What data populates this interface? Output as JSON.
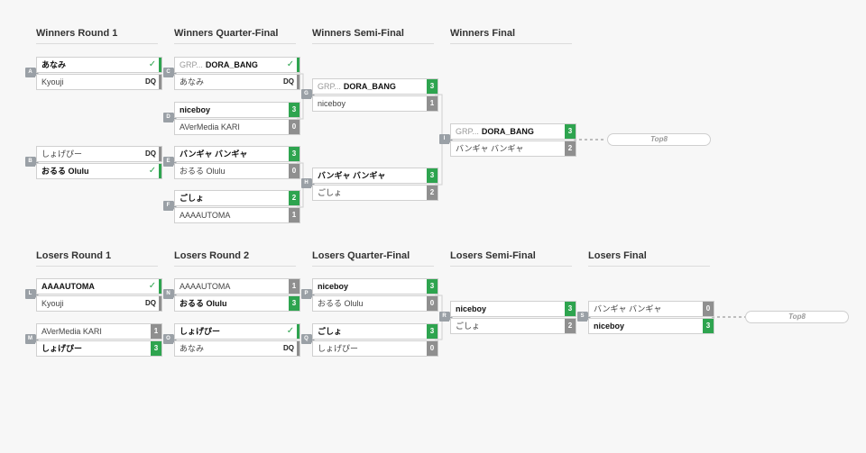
{
  "winners_headers": [
    "Winners Round 1",
    "Winners Quarter-Final",
    "Winners Semi-Final",
    "Winners Final"
  ],
  "losers_headers": [
    "Losers Round 1",
    "Losers Round 2",
    "Losers Quarter-Final",
    "Losers Semi-Final",
    "Losers Final"
  ],
  "matches": {
    "A": {
      "id": "A",
      "top": {
        "name": "あなみ",
        "score": "✓"
      },
      "bottom": {
        "name": "Kyouji",
        "score": "DQ"
      }
    },
    "B": {
      "id": "B",
      "top": {
        "name": "しょげぴー",
        "score": "DQ"
      },
      "bottom": {
        "name": "おるる Olulu",
        "score": "✓"
      }
    },
    "C": {
      "id": "C",
      "top": {
        "prefix": "GRP...",
        "name": "DORA_BANG",
        "score": "✓"
      },
      "bottom": {
        "name": "あなみ",
        "score": "DQ"
      }
    },
    "D": {
      "id": "D",
      "top": {
        "name": "niceboy",
        "score": "3"
      },
      "bottom": {
        "name": "AVerMedia KARI",
        "score": "0"
      }
    },
    "E": {
      "id": "E",
      "top": {
        "name": "バンギャ バンギャ",
        "score": "3"
      },
      "bottom": {
        "name": "おるる Olulu",
        "score": "0"
      }
    },
    "F": {
      "id": "F",
      "top": {
        "name": "ごしょ",
        "score": "2"
      },
      "bottom": {
        "name": "AAAAUTOMA",
        "score": "1"
      }
    },
    "G": {
      "id": "G",
      "top": {
        "prefix": "GRP...",
        "name": "DORA_BANG",
        "score": "3"
      },
      "bottom": {
        "name": "niceboy",
        "score": "1"
      }
    },
    "H": {
      "id": "H",
      "top": {
        "name": "バンギャ バンギャ",
        "score": "3"
      },
      "bottom": {
        "name": "ごしょ",
        "score": "2"
      }
    },
    "I": {
      "id": "I",
      "top": {
        "prefix": "GRP...",
        "name": "DORA_BANG",
        "score": "3"
      },
      "bottom": {
        "name": "バンギャ バンギャ",
        "score": "2"
      }
    },
    "L": {
      "id": "L",
      "top": {
        "name": "AAAAUTOMA",
        "score": "✓"
      },
      "bottom": {
        "name": "Kyouji",
        "score": "DQ"
      }
    },
    "M": {
      "id": "M",
      "top": {
        "name": "AVerMedia KARI",
        "score": "1"
      },
      "bottom": {
        "name": "しょげぴー",
        "score": "3"
      }
    },
    "N": {
      "id": "N",
      "top": {
        "name": "AAAAUTOMA",
        "score": "1"
      },
      "bottom": {
        "name": "おるる Olulu",
        "score": "3"
      }
    },
    "O": {
      "id": "O",
      "top": {
        "name": "しょげぴー",
        "score": "✓"
      },
      "bottom": {
        "name": "あなみ",
        "score": "DQ"
      }
    },
    "P": {
      "id": "P",
      "top": {
        "name": "niceboy",
        "score": "3"
      },
      "bottom": {
        "name": "おるる Olulu",
        "score": "0"
      }
    },
    "Q": {
      "id": "Q",
      "top": {
        "name": "ごしょ",
        "score": "3"
      },
      "bottom": {
        "name": "しょげぴー",
        "score": "0"
      }
    },
    "R": {
      "id": "R",
      "top": {
        "name": "niceboy",
        "score": "3"
      },
      "bottom": {
        "name": "ごしょ",
        "score": "2"
      }
    },
    "S": {
      "id": "S",
      "top": {
        "name": "バンギャ バンギャ",
        "score": "0"
      },
      "bottom": {
        "name": "niceboy",
        "score": "3"
      }
    }
  },
  "placeholders": {
    "winners": "Top8",
    "losers": "Top8"
  }
}
